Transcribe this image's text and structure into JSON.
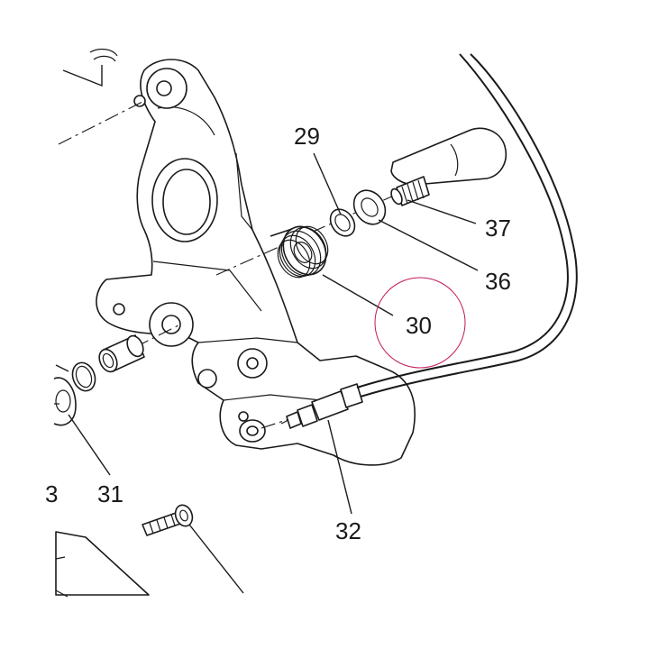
{
  "diagram": {
    "callouts": [
      "29",
      "37",
      "36",
      "30",
      "31",
      "32",
      "3"
    ],
    "highlight_color": "#c2185b",
    "line_color": "#1a1a1a"
  }
}
